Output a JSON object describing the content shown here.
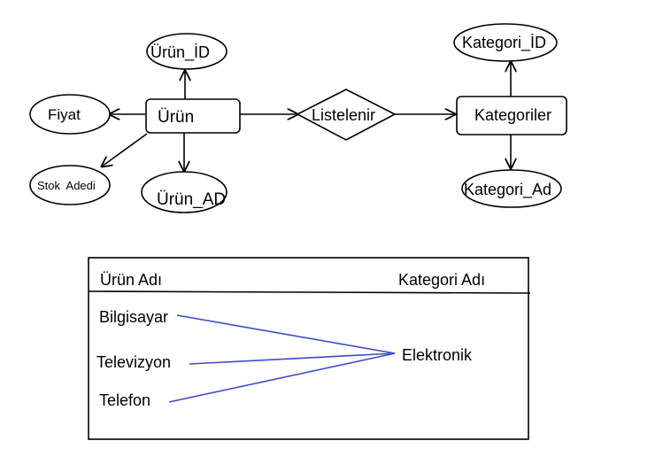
{
  "er_diagram": {
    "entities": {
      "urun": "Ürün",
      "kategoriler": "Kategoriler"
    },
    "relationship": "Listelenir",
    "attributes": {
      "urun_id": "Ürün_İD",
      "fiyat": "Fiyat",
      "stok_adedi": "Stok  Adedi",
      "urun_ad": "Ürün_AD",
      "kategori_id": "Kategori_İD",
      "kategori_ad": "Kategori_Ad"
    }
  },
  "mapping_table": {
    "column_left": "Ürün Adı",
    "column_right": "Kategori Adı",
    "products": [
      "Bilgisayar",
      "Televizyon",
      "Telefon"
    ],
    "category": "Elektronik",
    "line_color": "#3a4fc8"
  }
}
